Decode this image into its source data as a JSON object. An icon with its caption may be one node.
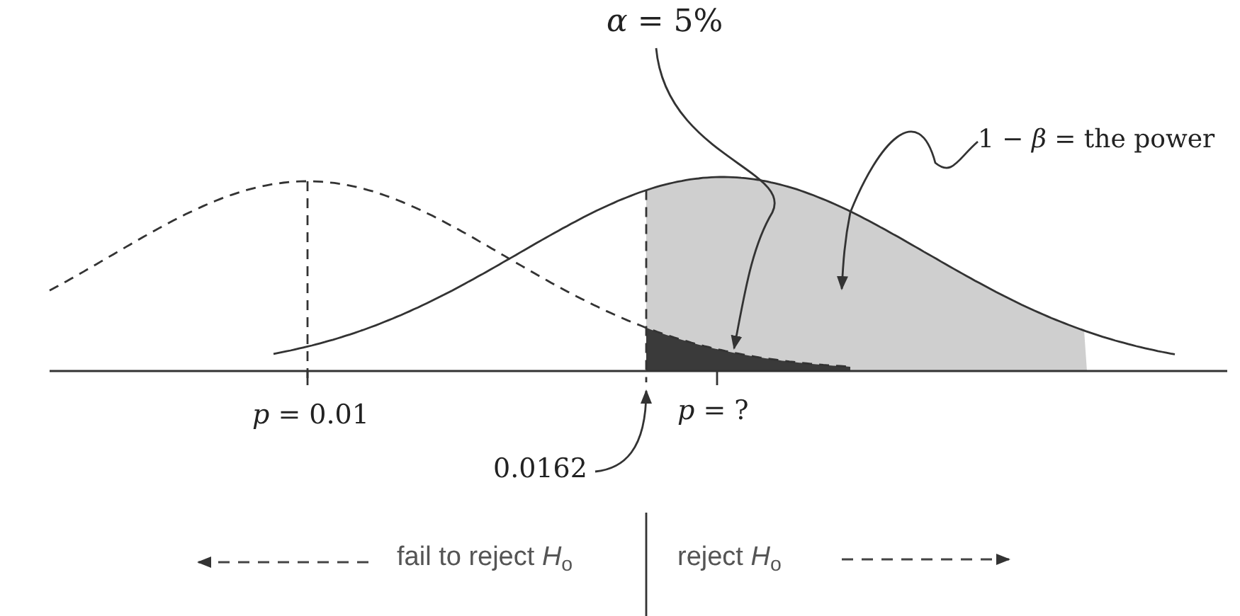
{
  "diagram": {
    "nodes": [
      {
        "text": [
          "*α* = 5%"
        ]
      },
      {
        "text": [
          "1 − *β* = the power"
        ]
      },
      {
        "text": [
          "0.0162"
        ]
      },
      {
        "text": [],
        "shape": "area",
        "in": 4
      },
      {
        "text": [],
        "shape": "area"
      }
    ],
    "edges": [
      {
        "from": 0,
        "to": 3,
        "arrow": "to"
      },
      {
        "from": 1,
        "to": 4,
        "arrow": "to"
      },
      {
        "from": 2,
        "to": 4,
        "arrow": "to"
      }
    ],
    "labels": [
      "*p* = 0.01",
      "*p* = ?",
      "fail to reject *H*$_{o}$",
      "reject *H*$_{o}$"
    ]
  }
}
